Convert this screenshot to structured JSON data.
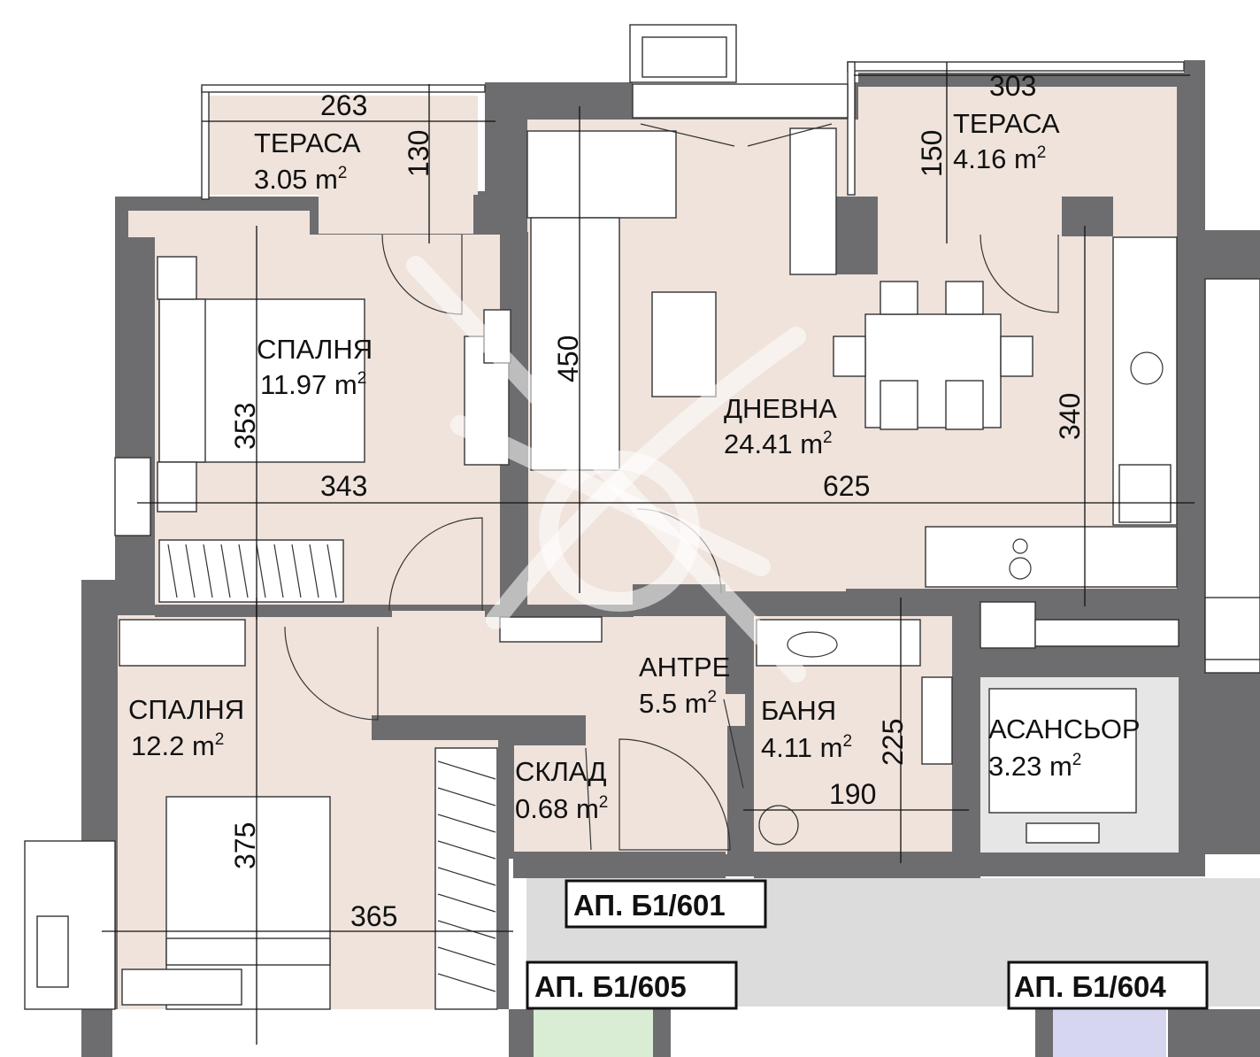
{
  "rooms": [
    {
      "name": "ТЕРАСА",
      "area": "3.05 m",
      "sup": "2"
    },
    {
      "name": "ТЕРАСА",
      "area": "4.16 m",
      "sup": "2"
    },
    {
      "name": "СПАЛНЯ",
      "area": "11.97 m",
      "sup": "2"
    },
    {
      "name": "ДНЕВНА",
      "area": "24.41 m",
      "sup": "2"
    },
    {
      "name": "СПАЛНЯ",
      "area": "12.2 m",
      "sup": "2"
    },
    {
      "name": "АНТРЕ",
      "area": "5.5 m",
      "sup": "2"
    },
    {
      "name": "БАНЯ",
      "area": "4.11 m",
      "sup": "2"
    },
    {
      "name": "СКЛАД",
      "area": "0.68 m",
      "sup": "2"
    },
    {
      "name": "АСАНСЬОР",
      "area": "3.23 m",
      "sup": "2"
    }
  ],
  "dimensions": {
    "terrace_left_width": "263",
    "terrace_left_depth": "130",
    "terrace_right_width": "303",
    "terrace_right_depth": "150",
    "bedroom1_height": "353",
    "bedroom1_width": "343",
    "living_depth": "450",
    "living_width": "625",
    "kitchen_depth": "340",
    "bath_height": "225",
    "bath_width": "190",
    "bedroom2_height": "375",
    "bedroom2_width": "365"
  },
  "apartments": {
    "main": "АП. Б1/601",
    "left": "АП. Б1/605",
    "right": "АП. Б1/604"
  },
  "colors": {
    "room_fill": "#efe3dc",
    "wall": "#6d6d6f",
    "corridor": "#dcdcdc",
    "neighbour_left": "#d9ecd4",
    "neighbour_right": "#d6d6f0"
  }
}
